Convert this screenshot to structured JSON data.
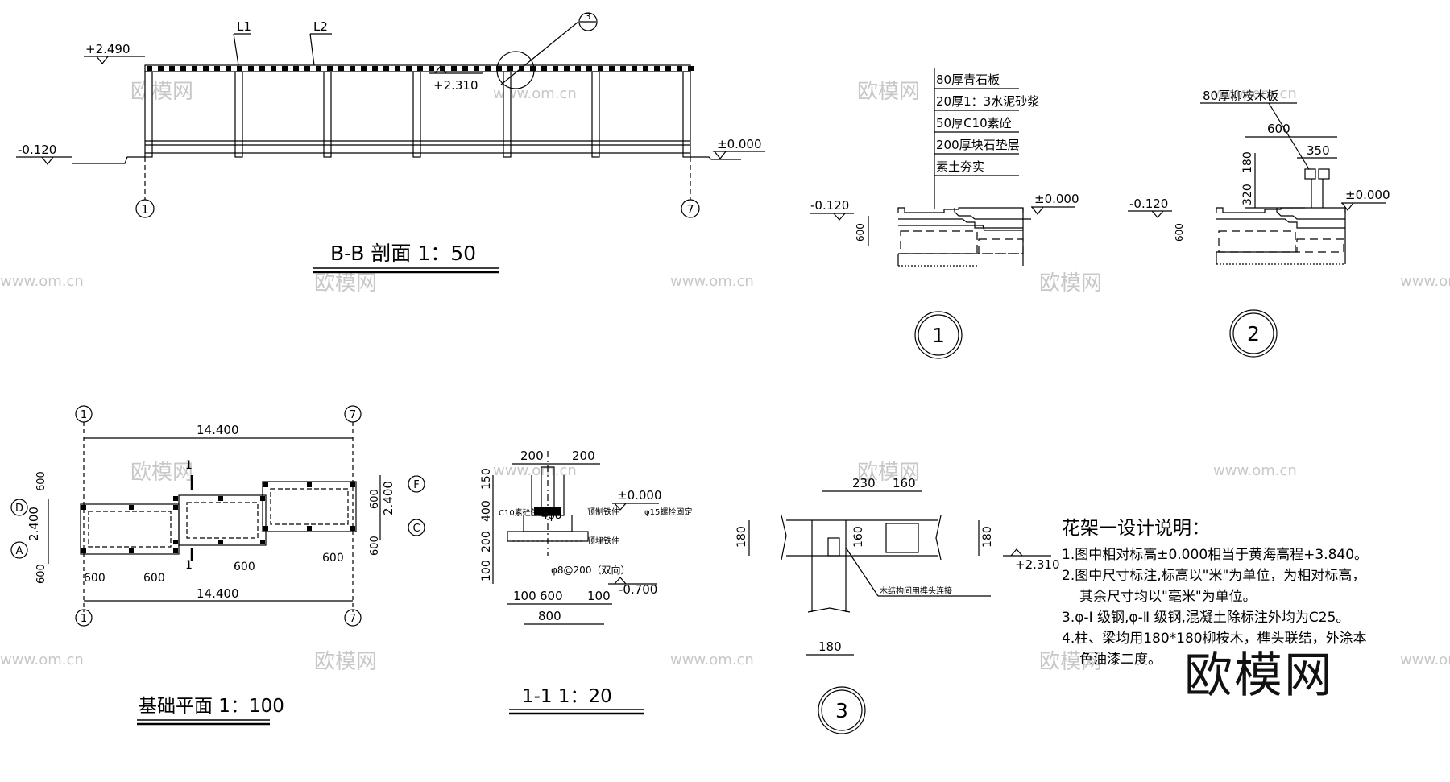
{
  "sheet": {
    "section": {
      "title": "B-B  剖面  1：50",
      "beam_labels": [
        "L1",
        "L2"
      ],
      "elev_top": "+2.490",
      "elev_beam": "+2.310",
      "elev_left": "-0.120",
      "elev_right": "±0.000",
      "axes": [
        "1",
        "7"
      ],
      "detail_callout": "3"
    },
    "detail1": {
      "layers": [
        "80厚青石板",
        "20厚1：3水泥砂浆",
        "50厚C10素砼",
        "200厚块石垫层",
        "素土夯实"
      ],
      "elev_left": "-0.120",
      "elev_right": "±0.000",
      "dim": "600",
      "tag": "1"
    },
    "detail2": {
      "layer": "80厚柳桉木板",
      "dims": [
        "600",
        "350",
        "180",
        "320",
        "600"
      ],
      "elev_left": "-0.120",
      "elev_right": "±0.000",
      "tag": "2"
    },
    "plan": {
      "title": "基础平面  1：100",
      "total": "14.400",
      "axes_top": [
        "1",
        "7"
      ],
      "axes_left": [
        "D",
        "A"
      ],
      "axes_right": [
        "F",
        "C"
      ],
      "dims": [
        "600",
        "2.400",
        "600",
        "600",
        "600",
        "600",
        "600",
        "600",
        "2.400",
        "600",
        "1",
        "1"
      ]
    },
    "footing": {
      "title": "1-1   1：20",
      "top_dims": [
        "200",
        "200"
      ],
      "elev_top": "±0.000",
      "elev_bot": "-0.700",
      "side_dims": [
        "150",
        "400",
        "200",
        "100"
      ],
      "labels": [
        "C10素砼保护层",
        "4φ8",
        "预制铁件",
        "φ15螺栓固定",
        "预埋铁件",
        "φ8@200（双向）"
      ],
      "bottom_dims": [
        "100",
        "600",
        "100",
        "800"
      ]
    },
    "joint": {
      "dims": [
        "230",
        "160",
        "180",
        "160",
        "180",
        "180"
      ],
      "elev": "+2.310",
      "note": "木结构间用榫头连接",
      "tag": "3"
    },
    "notes": {
      "title": "花架一设计说明：",
      "lines": [
        "1.图中相对标高±0.000相当于黄海高程+3.840。",
        "2.图中尺寸标注,标高以\"米\"为单位，为相对标高，",
        "其余尺寸均以\"毫米\"为单位。",
        "3.φ-Ⅰ 级钢,φ-Ⅱ 级钢,混凝土除标注外均为C25。",
        "4.柱、梁均用180*180柳桉木，榫头联结，外涂本",
        "色油漆二度。"
      ]
    },
    "watermarks": [
      "欧模网",
      "www.om.cn"
    ],
    "brand": "欧模网"
  }
}
